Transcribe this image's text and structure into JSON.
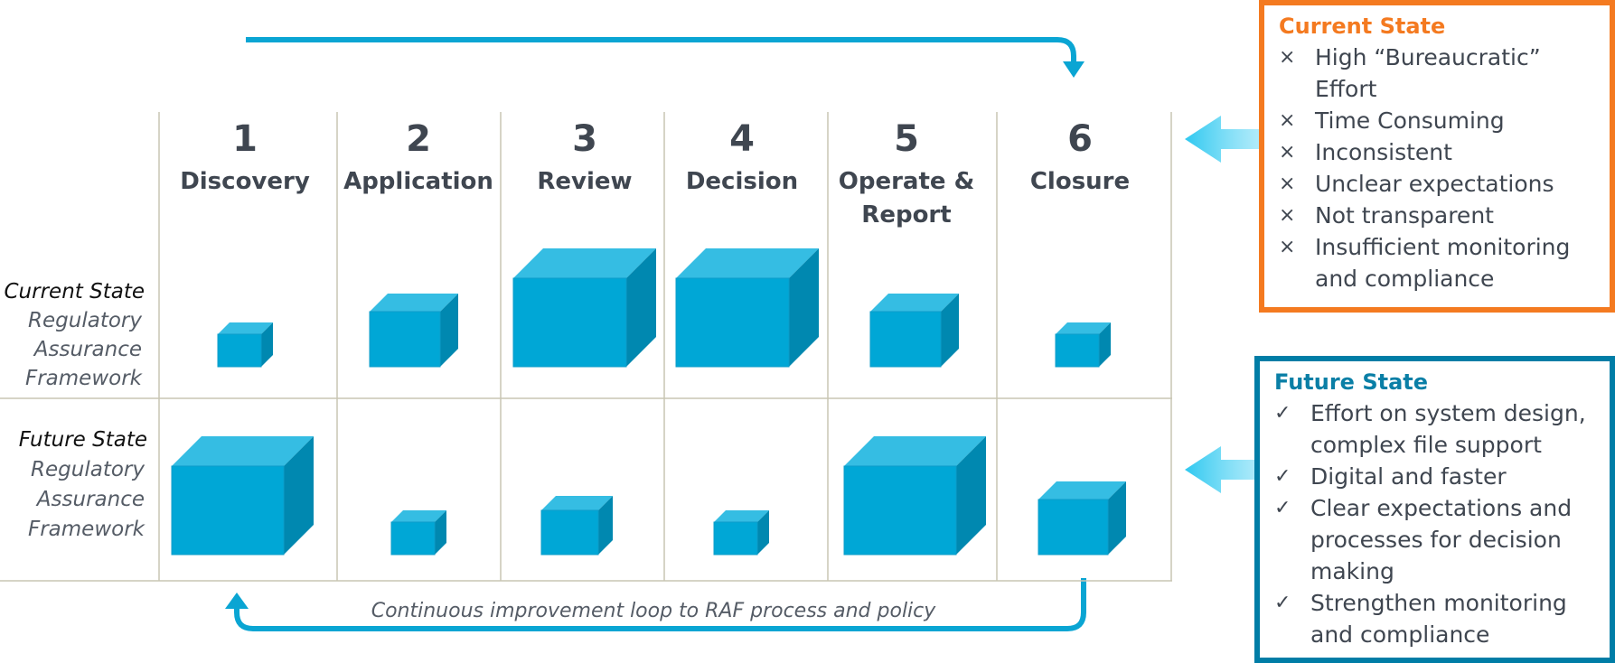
{
  "stages": [
    {
      "number": "1",
      "name_lines": [
        "Discovery"
      ]
    },
    {
      "number": "2",
      "name_lines": [
        "Application"
      ]
    },
    {
      "number": "3",
      "name_lines": [
        "Review"
      ]
    },
    {
      "number": "4",
      "name_lines": [
        "Decision"
      ]
    },
    {
      "number": "5",
      "name_lines": [
        "Operate &",
        "Report"
      ]
    },
    {
      "number": "6",
      "name_lines": [
        "Closure"
      ]
    }
  ],
  "rows": [
    {
      "title": "Current State",
      "subtitle_lines": [
        "Regulatory",
        "Assurance",
        "Framework"
      ]
    },
    {
      "title": "Future State",
      "subtitle_lines": [
        "Regulatory",
        "Assurance",
        "Framework"
      ]
    }
  ],
  "cube_sizes": {
    "current": [
      "small",
      "medium",
      "large",
      "large",
      "medium",
      "small"
    ],
    "future": [
      "large",
      "small",
      "medium",
      "small",
      "large",
      "medium"
    ]
  },
  "loop_label": "Continuous improvement loop to RAF process and policy",
  "current_state_box": {
    "title": "Current State",
    "marker": "×",
    "items": [
      "High “Bureaucratic” Effort",
      "Time Consuming",
      "Inconsistent",
      "Unclear expectations",
      "Not transparent",
      "Insufficient monitoring and compliance"
    ]
  },
  "future_state_box": {
    "title": "Future State",
    "marker": "✓",
    "items": [
      "Effort on system design, complex file support",
      "Digital and faster",
      "Clear expectations and processes for decision making",
      "Strengthen monitoring and compliance"
    ]
  },
  "colors": {
    "cube": "#00a7d6",
    "arrow": "#0aa5d3",
    "pointer": "#2ec8f0",
    "current_accent": "#f47a20",
    "future_accent": "#007da6"
  }
}
